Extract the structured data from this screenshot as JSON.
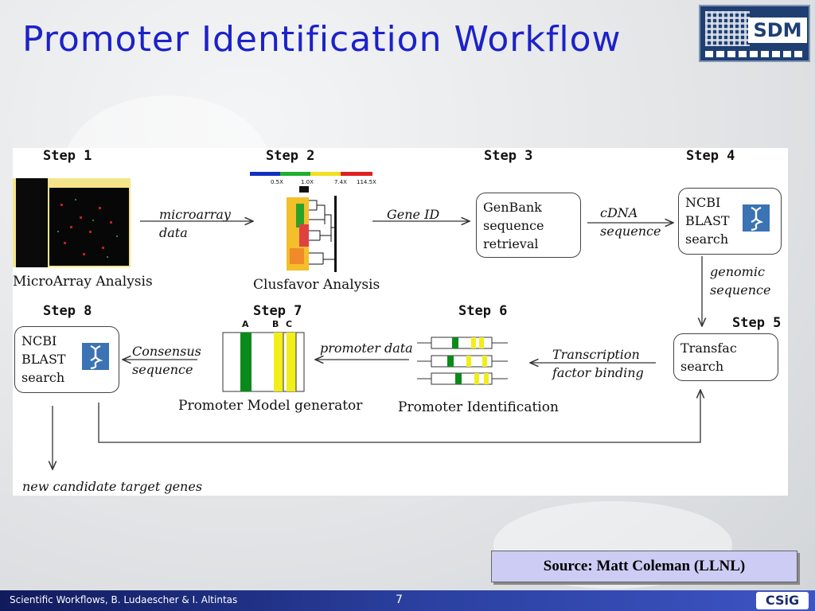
{
  "title": "Promoter Identification Workflow",
  "logo": {
    "text": "SDM"
  },
  "steps": {
    "s1": "Step 1",
    "s2": "Step 2",
    "s3": "Step 3",
    "s4": "Step 4",
    "s5": "Step 5",
    "s6": "Step 6",
    "s7": "Step 7",
    "s8": "Step 8"
  },
  "captions": {
    "microarray": "MicroArray Analysis",
    "clusfavor": "Clusfavor Analysis",
    "promoter_model": "Promoter Model generator",
    "promoter_ident": "Promoter Identification"
  },
  "boxes": {
    "genbank": [
      "GenBank",
      "sequence",
      "retrieval"
    ],
    "blast_top": [
      "NCBI",
      "BLAST",
      "search"
    ],
    "transfac": [
      "Transfac",
      "search"
    ],
    "blast_bottom": [
      "NCBI",
      "BLAST",
      "search"
    ]
  },
  "edge_labels": {
    "microarray_data": [
      "microarray",
      "data"
    ],
    "gene_id": "Gene ID",
    "cdna": [
      "cDNA",
      "sequence"
    ],
    "genomic": [
      "genomic",
      "sequence"
    ],
    "transcription": [
      "Transcription",
      "factor binding"
    ],
    "promoter_data": "promoter data",
    "consensus": [
      "Consensus",
      "sequence"
    ],
    "new_candidates": "new candidate target genes"
  },
  "clusfavor_scale": [
    "0.5X",
    "1.0X",
    "7.4X",
    "114.5X"
  ],
  "model_columns": [
    "A",
    "B",
    "C"
  ],
  "colors": {
    "title": "#1c22c8",
    "green": "#0a8a1a",
    "yellow": "#f1ee1a",
    "source_bg": "#ccccf4"
  },
  "source": "Source: Matt Coleman (LLNL)",
  "footer": {
    "left": "Scientific Workflows, B. Ludaescher & I. Altintas",
    "page": "7",
    "logo": "CSiG"
  }
}
